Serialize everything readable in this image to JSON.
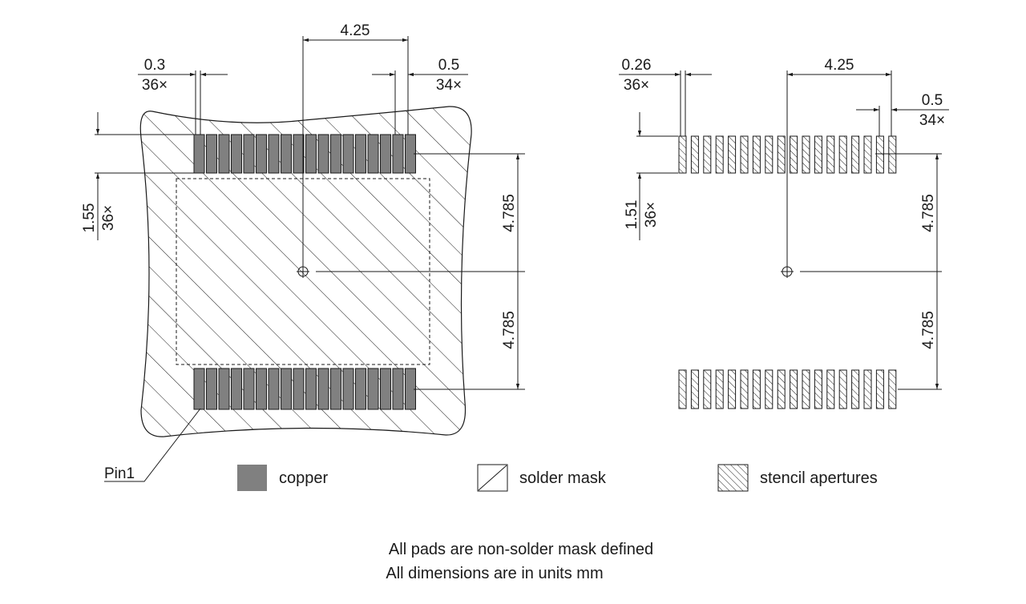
{
  "left_view": {
    "pitch_top": "4.25",
    "pad_width": "0.3",
    "pad_width_count": "36×",
    "pad_pitch": "0.5",
    "pad_pitch_count": "34×",
    "pad_length": "1.55",
    "pad_length_count": "36×",
    "row_offset_top": "4.785",
    "row_offset_bottom": "4.785",
    "pin1_label": "Pin1"
  },
  "right_view": {
    "pitch_top": "4.25",
    "pad_width": "0.26",
    "pad_width_count": "36×",
    "pad_pitch": "0.5",
    "pad_pitch_count": "34×",
    "pad_length": "1.51",
    "pad_length_count": "36×",
    "row_offset_top": "4.785",
    "row_offset_bottom": "4.785"
  },
  "legend": {
    "copper": "copper",
    "solder_mask": "solder mask",
    "stencil": "stencil apertures"
  },
  "notes": {
    "line1": "All pads are non-solder mask defined",
    "line2": "All dimensions are in units mm"
  },
  "colors": {
    "copper": "#808080",
    "line": "#1a1a1a",
    "background": "#ffffff"
  }
}
